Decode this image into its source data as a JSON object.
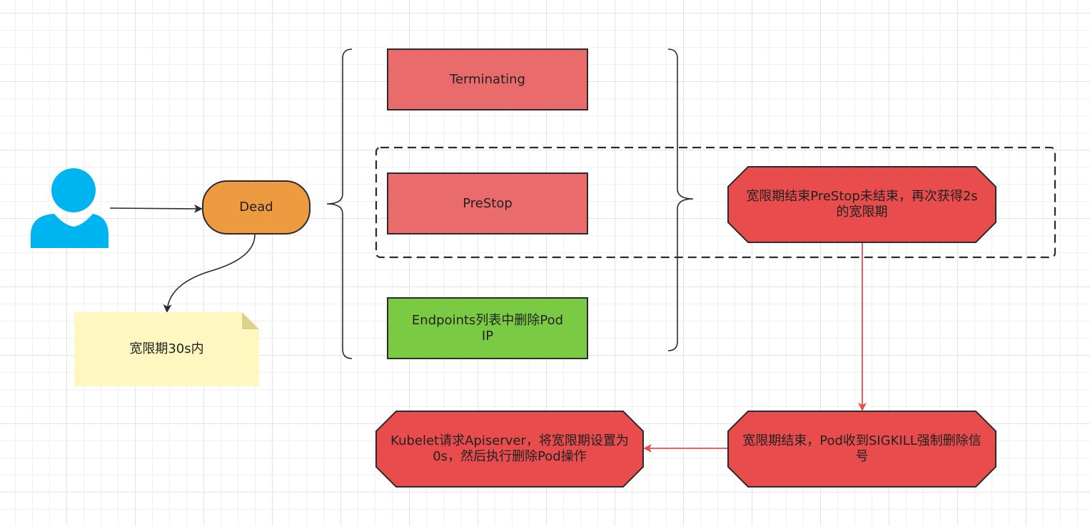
{
  "nodes": {
    "dead": "Dead",
    "grace_note": "宽限期30s内",
    "terminating": "Terminating",
    "prestop": "PreStop",
    "endpoints": "Endpoints列表中删除Pod IP",
    "prestop_extended": "宽限期结束PreStop未结束，再次获得2s的宽限期",
    "sigkill": "宽限期结束，Pod收到SIGKILL强制删除信号",
    "kubelet": "Kubelet请求Apiserver，将宽限期设置为0s，然后执行删除Pod操作"
  },
  "colors": {
    "user_icon": "#00b5ef",
    "dead_fill": "#ed9a41",
    "note_fill": "#fff7c0",
    "note_fold": "#ddd28b",
    "terminating_fill": "#ea6b6b",
    "endpoints_fill": "#7acb43",
    "octagon_fill": "#e84c4c",
    "red_arrow": "#e84c4c",
    "dark_stroke": "#2b2b2b"
  },
  "icons": {
    "user": "user-icon"
  }
}
